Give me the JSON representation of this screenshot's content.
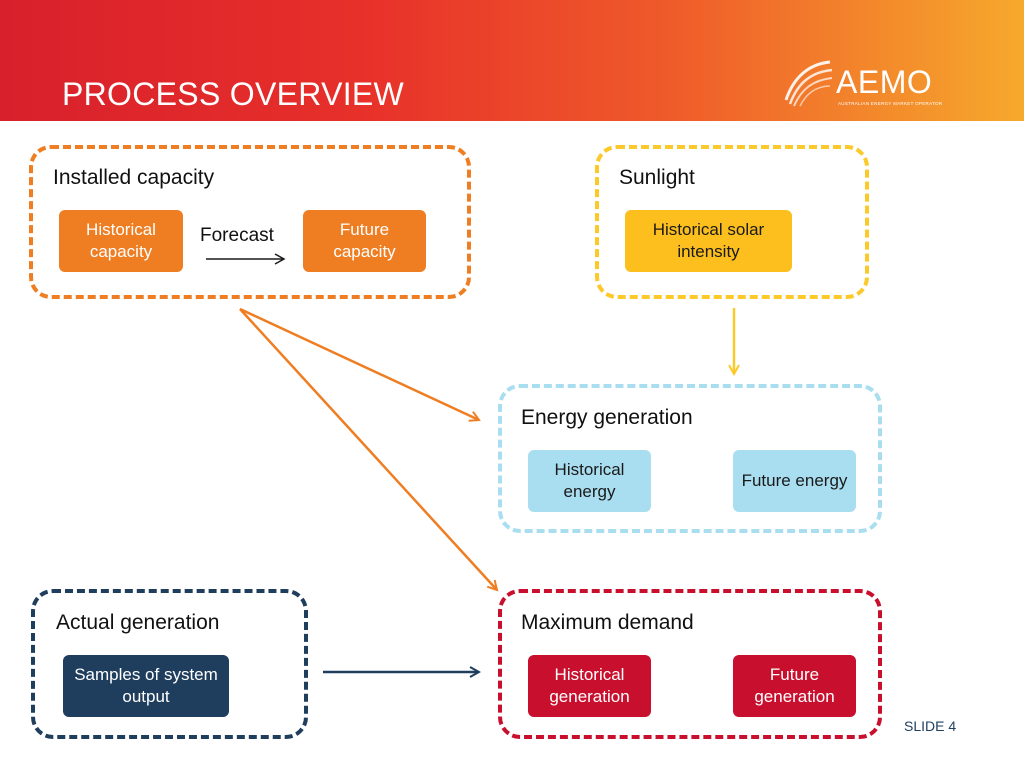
{
  "header": {
    "title": "PROCESS OVERVIEW",
    "logo_text": "AEMO",
    "logo_subtext": "AUSTRALIAN ENERGY MARKET OPERATOR"
  },
  "groups": {
    "installed_capacity": {
      "title": "Installed capacity",
      "border_color": "#ef7d22",
      "nodes": [
        "Historical capacity",
        "Future capacity"
      ],
      "edge_label": "Forecast"
    },
    "sunlight": {
      "title": "Sunlight",
      "border_color": "#fcc92a",
      "nodes": [
        "Historical solar intensity"
      ]
    },
    "energy_generation": {
      "title": "Energy generation",
      "border_color": "#a9def0",
      "nodes": [
        "Historical energy",
        "Future energy"
      ]
    },
    "actual_generation": {
      "title": "Actual generation",
      "border_color": "#1f3d5d",
      "nodes": [
        "Samples of system output"
      ]
    },
    "maximum_demand": {
      "title": "Maximum demand",
      "border_color": "#c8102e",
      "nodes": [
        "Historical generation",
        "Future generation"
      ]
    }
  },
  "edges": [
    {
      "from": "Installed capacity",
      "to": "Energy generation",
      "color": "#ef7d22"
    },
    {
      "from": "Installed capacity",
      "to": "Maximum demand",
      "color": "#ef7d22"
    },
    {
      "from": "Sunlight",
      "to": "Energy generation",
      "color": "#fcc92a"
    },
    {
      "from": "Actual generation",
      "to": "Maximum demand",
      "color": "#1f3d5d"
    },
    {
      "from": "Historical capacity",
      "to": "Future capacity",
      "color": "#1a1a1a",
      "label": "Forecast"
    }
  ],
  "footer": {
    "slide_label": "SLIDE 4"
  }
}
